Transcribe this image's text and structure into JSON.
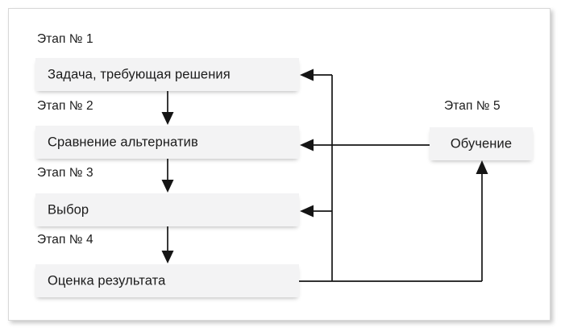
{
  "diagram": {
    "type": "flowchart",
    "title_visible": false,
    "line_color": "#151515",
    "node_fill": "#f3f3f4",
    "text_color": "#1b1b1b",
    "frame_border_color": "#d8d8d8",
    "stages": [
      {
        "id": "stage1",
        "label": "Этап № 1",
        "node": "Задача, требующая решения"
      },
      {
        "id": "stage2",
        "label": "Этап № 2",
        "node": "Сравнение альтернатив"
      },
      {
        "id": "stage3",
        "label": "Этап № 3",
        "node": "Выбор"
      },
      {
        "id": "stage4",
        "label": "Этап № 4",
        "node": "Оценка результата"
      },
      {
        "id": "stage5",
        "label": "Этап № 5",
        "node": "Обучение"
      }
    ],
    "connections": [
      {
        "from": "Задача, требующая решения",
        "to": "Сравнение альтернатив",
        "direction": "down"
      },
      {
        "from": "Сравнение альтернатив",
        "to": "Выбор",
        "direction": "down"
      },
      {
        "from": "Выбор",
        "to": "Оценка результата",
        "direction": "down"
      },
      {
        "from": "Оценка результата",
        "to": "Обучение",
        "direction": "up-right"
      },
      {
        "from": "Обучение",
        "to": "Сравнение альтернатив",
        "direction": "left"
      },
      {
        "from": "Обучение",
        "to": "Задача, требующая решения",
        "direction": "left-up"
      },
      {
        "from": "Обучение",
        "to": "Выбор",
        "direction": "left-down"
      }
    ]
  }
}
